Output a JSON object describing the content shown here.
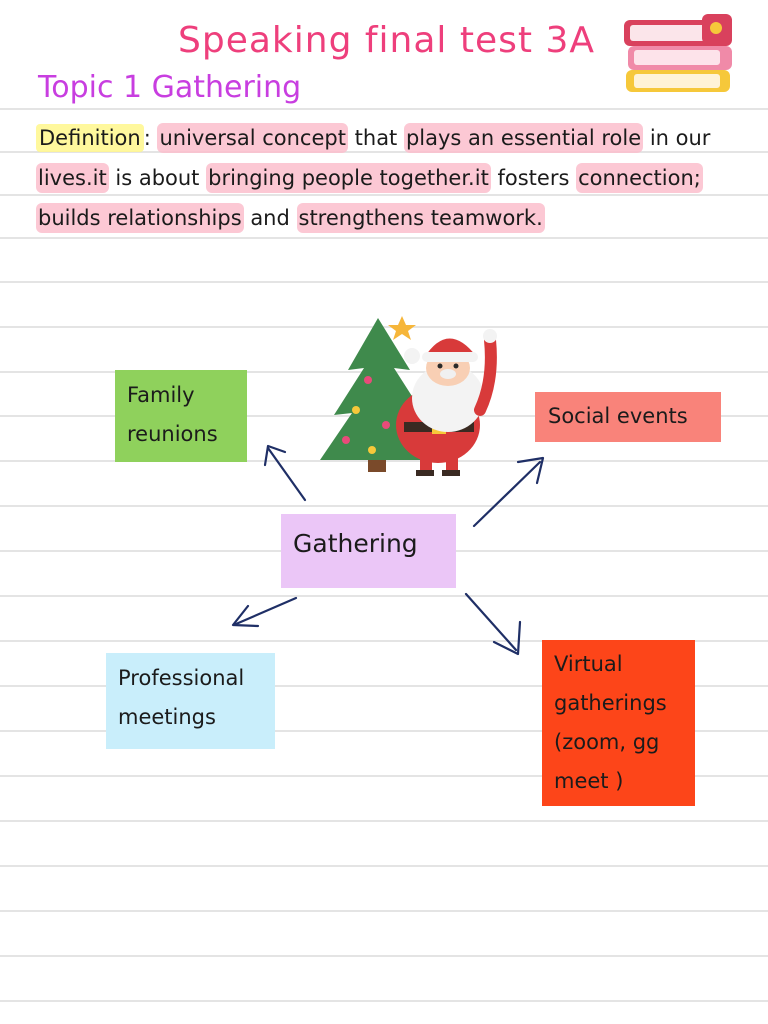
{
  "header": {
    "title": "Speaking final test 3A",
    "topic": "Topic 1 Gathering"
  },
  "definition": {
    "label": "Definition",
    "colon": ": ",
    "segments": [
      {
        "text": "universal concept",
        "highlight": true
      },
      {
        "text": " that ",
        "highlight": false
      },
      {
        "text": "plays an essential role",
        "highlight": true
      },
      {
        "text": " in our ",
        "highlight": false
      },
      {
        "text": "lives.it",
        "highlight": true
      },
      {
        "text": " is about ",
        "highlight": false
      },
      {
        "text": "bringing people together.it",
        "highlight": true
      },
      {
        "text": " fosters ",
        "highlight": false
      },
      {
        "text": "connection;",
        "highlight": true
      },
      {
        "text": " ",
        "highlight": false
      },
      {
        "text": "builds relationships",
        "highlight": true
      },
      {
        "text": " and ",
        "highlight": false
      },
      {
        "text": "strengthens teamwork.",
        "highlight": true
      }
    ]
  },
  "mindmap": {
    "center": "Gathering",
    "family": "Family reunions",
    "social": "Social events",
    "professional": "Professional meetings",
    "virtual": "Virtual gatherings (zoom, gg meet )"
  },
  "colors": {
    "title": "#ee3f7c",
    "topic": "#c83ee0",
    "highlight_label": "#fff78c",
    "highlight_phrase": "#fcbecd",
    "family_box": "#8fd15c",
    "social_box": "#f9837a",
    "center_box": "#ebc6f7",
    "professional_box": "#c9eefb",
    "virtual_box": "#fd4519",
    "arrow": "#1f2f66"
  },
  "icons": {
    "books": "stacked-books-icon",
    "santa": "santa-with-christmas-tree-icon"
  }
}
